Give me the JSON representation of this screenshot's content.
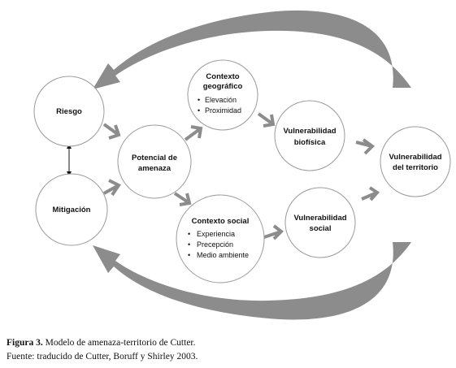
{
  "diagram": {
    "nodes": {
      "riesgo": {
        "label": "Riesgo"
      },
      "mitigacion": {
        "label": "Mitigación"
      },
      "potencial": {
        "line1": "Potencial de",
        "line2": "amenaza"
      },
      "geo": {
        "line1": "Contexto",
        "line2": "geográfico",
        "bullets": [
          "Elevación",
          "Proximidad"
        ]
      },
      "social": {
        "line1": "Contexto social",
        "bullets": [
          "Experiencia",
          "Precepción",
          "Medio ambiente"
        ]
      },
      "biofisica": {
        "line1": "Vulnerabilidad",
        "line2": "biofísica"
      },
      "vsocial": {
        "line1": "Vulnerabilidad",
        "line2": "social"
      },
      "territorio": {
        "line1": "Vulnerabilidad",
        "line2": "del territorio"
      }
    },
    "bullet_glyph": "•"
  },
  "caption": {
    "figure_label": "Figura 3.",
    "figure_text": " Modelo de amenaza-territorio de Cutter.",
    "source": "Fuente: traducido de Cutter, Boruff y Shirley 2003."
  },
  "colors": {
    "circle_stroke": "#9a9a9a",
    "arrow_gray": "#8c8c8c",
    "text": "#111111"
  }
}
